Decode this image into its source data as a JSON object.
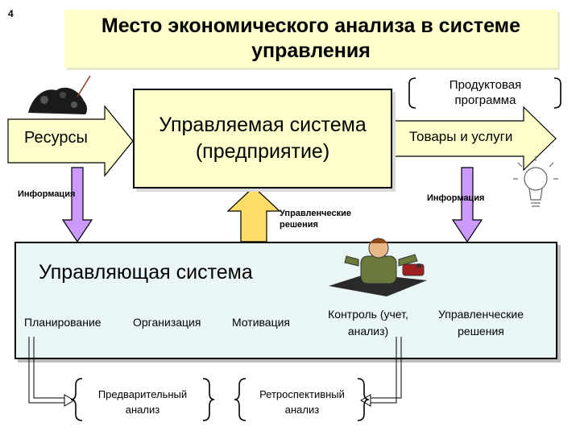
{
  "slide_number": "4",
  "title": "Место экономического анализа в системе управления",
  "managed_system": "Управляемая система (предприятие)",
  "resources": "Ресурсы",
  "goods_services": "Товары и услуги",
  "product_program": "Продуктовая программа",
  "information_left": "Информация",
  "information_right": "Информация",
  "management_decisions_arrow": "Управленческие решения",
  "control_system": {
    "title": "Управляющая система",
    "functions": {
      "planning": "Планирование",
      "organization": "Организация",
      "motivation": "Мотивация",
      "control": "Контроль (учет, анализ)",
      "decisions": "Управленческие решения"
    }
  },
  "analysis": {
    "preliminary": "Предварительный анализ",
    "retrospective": "Ретроспективный анализ"
  },
  "colors": {
    "light_yellow": "#ffffcc",
    "light_cyan": "#eaf6f6",
    "violet_arrow": "#cc99ff",
    "orange_arrow": "#ffdd66"
  }
}
